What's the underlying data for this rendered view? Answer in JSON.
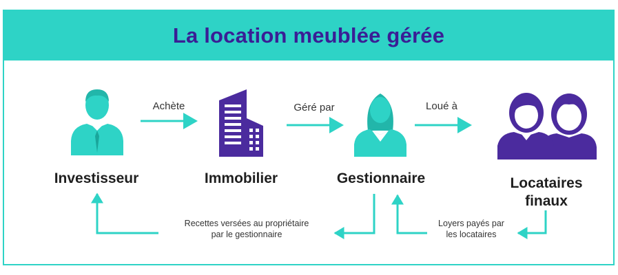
{
  "title": "La location meublée gérée",
  "nodes": {
    "investisseur": "Investisseur",
    "immobilier": "Immobilier",
    "gestionnaire": "Gestionnaire",
    "locataires_line1": "Locataires",
    "locataires_line2": "finaux"
  },
  "edges": {
    "achete": "Achète",
    "gere_par": "Géré par",
    "loue_a": "Loué à"
  },
  "notes": {
    "recettes_line1": "Recettes versées au propriétaire",
    "recettes_line2": "par le gestionnaire",
    "loyers_line1": "Loyers payés par",
    "loyers_line2": "les locataires"
  },
  "colors": {
    "accent": "#2ED3C6",
    "brand": "#3A1E95",
    "purple_icon": "#4B2B9E"
  },
  "icons": [
    "man-icon",
    "building-icon",
    "woman-icon",
    "tenants-icon"
  ]
}
